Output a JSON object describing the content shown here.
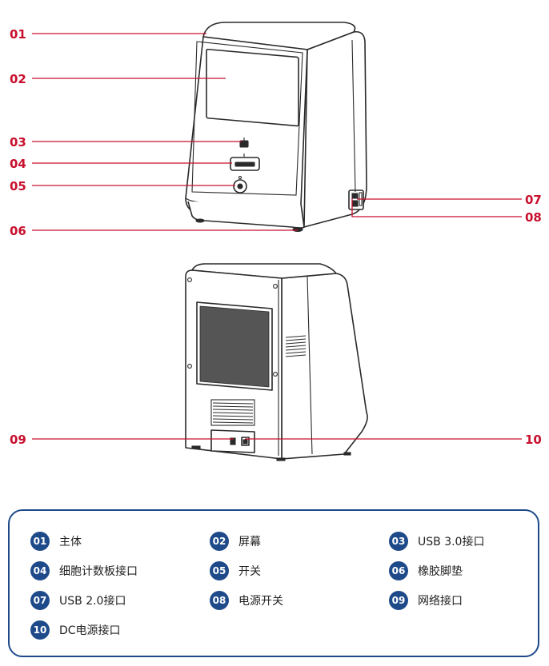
{
  "callouts": {
    "c01": "01",
    "c02": "02",
    "c03": "03",
    "c04": "04",
    "c05": "05",
    "c06": "06",
    "c07": "07",
    "c08": "08",
    "c09": "09",
    "c10": "10"
  },
  "legend": {
    "items": [
      {
        "num": "01",
        "text": "主体"
      },
      {
        "num": "02",
        "text": "屏幕"
      },
      {
        "num": "03",
        "text": "USB 3.0接口"
      },
      {
        "num": "04",
        "text": "细胞计数板接口"
      },
      {
        "num": "05",
        "text": "开关"
      },
      {
        "num": "06",
        "text": "橡胶脚垫"
      },
      {
        "num": "07",
        "text": "USB 2.0接口"
      },
      {
        "num": "08",
        "text": "电源开关"
      },
      {
        "num": "09",
        "text": "网络接口"
      },
      {
        "num": "10",
        "text": "DC电源接口"
      }
    ]
  },
  "colors": {
    "label_red": "#c8102e",
    "legend_blue": "#1e4a8a",
    "device_line": "#2a2a2a"
  }
}
